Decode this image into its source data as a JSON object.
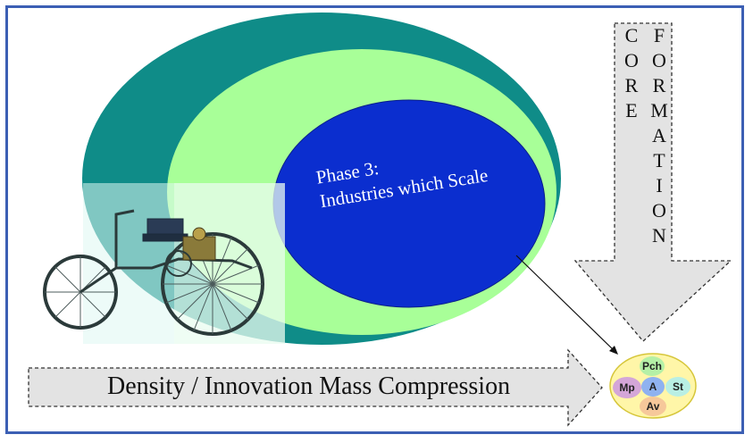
{
  "diagram": {
    "phase_title_line1": "Phase 3:",
    "phase_title_line2": "Industries which Scale",
    "vertical_arrow": {
      "col1": [
        "C",
        "O",
        "R",
        "E"
      ],
      "col2": [
        "F",
        "O",
        "R",
        "M",
        "A",
        "T",
        "I",
        "O",
        "N"
      ]
    },
    "horizontal_arrow_label": "Density / Innovation Mass Compression",
    "nodes": {
      "top": "Pch",
      "left": "Mp",
      "center": "A",
      "right": "St",
      "bottom": "Av"
    },
    "colors": {
      "outer_ellipse": "#0f8c88",
      "middle_ellipse": "#a8ff98",
      "inner_ellipse": "#0b2ecf",
      "frame": "#3c5fb4",
      "arrow_fill": "#e3e3e3"
    }
  }
}
